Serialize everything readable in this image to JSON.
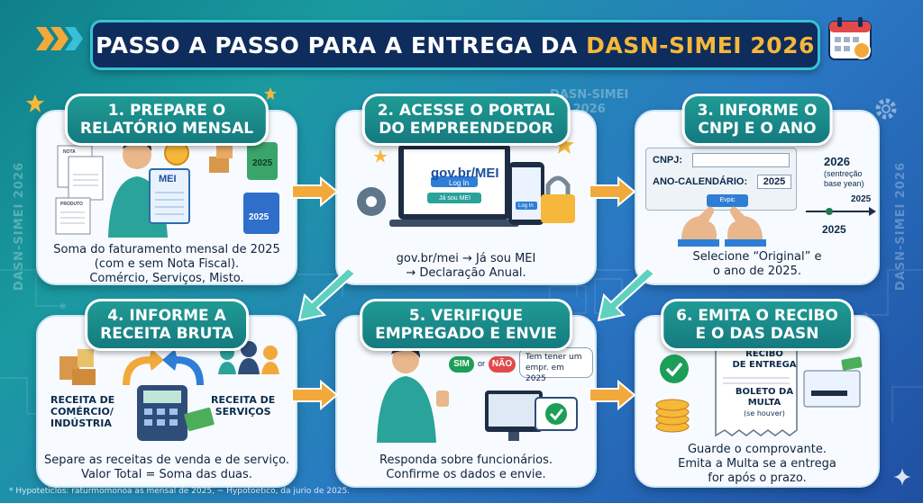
{
  "header": {
    "title_main": "PASSO A PASSO PARA A ENTREGA DA ",
    "title_accent": "DASN-SIMEI 2026"
  },
  "watermarks": {
    "top_line1": "DASN-SIMEI",
    "top_line2": "2026",
    "left_side": "DASN-SIMEI 2026",
    "right_side": "DASN-SIMEI 2026"
  },
  "steps": [
    {
      "title_lines": [
        "1. PREPARE O",
        "RELATÓRIO MENSAL"
      ],
      "caption_lines": [
        "Soma do faturamento mensal de 2025",
        "(com e sem Nota Fiscal).",
        "Comércio, Serviços, Misto."
      ],
      "labels": {
        "doc_a": "NOTA",
        "doc_b": "PRODUTO",
        "mei": "MEI",
        "year_a": "2025",
        "year_b": "2025"
      }
    },
    {
      "title_lines": [
        "2. ACESSE O PORTAL",
        "DO EMPREENDEDOR"
      ],
      "caption_lines": [
        "gov.br/mei → Já sou MEI",
        "→ Declaração Anual."
      ],
      "labels": {
        "site": "gov.br/MEI",
        "login": "Log In",
        "already": "Já sou MEI",
        "phone_login": "Log In"
      }
    },
    {
      "title_lines": [
        "3. INFORME O",
        "CNPJ E O ANO"
      ],
      "caption_lines": [
        "Selecione “Original” e",
        "o ano de 2025."
      ],
      "labels": {
        "cnpj": "CNPJ:",
        "ano": "ANO-CALENDÁRIO:",
        "ano_value": "2025",
        "button": "Evpic",
        "year_top": "2026",
        "year_note_1": "(sentreção",
        "year_note_2": "base yean)",
        "tick_right": "2025",
        "tick_bottom": "2025"
      }
    },
    {
      "title_lines": [
        "4. INFORME A",
        "RECEITA BRUTA"
      ],
      "caption_lines": [
        "Separe as receitas de venda e de serviço.",
        "Valor Total = Soma das duas."
      ],
      "labels": {
        "left_1": "RECEITA DE",
        "left_2": "COMÉRCIO/",
        "left_3": "INDÚSTRIA",
        "right_1": "RECEITA DE",
        "right_2": "SERVIÇOS"
      }
    },
    {
      "title_lines": [
        "5. VERIFIQUE",
        "EMPREGADO E ENVIE"
      ],
      "caption_lines": [
        "Responda sobre funcionários.",
        "Confirme os dados e envie."
      ],
      "labels": {
        "sim": "SIM",
        "or": "or",
        "nao": "NÃO",
        "bubble_1": "Tem tener um",
        "bubble_2": "empr. em 2025"
      }
    },
    {
      "title_lines": [
        "6. EMITA O RECIBO",
        "E O DAS DASN"
      ],
      "caption_lines": [
        "Guarde o comprovante.",
        "Emita a Multa se a entrega",
        "for após o prazo."
      ],
      "labels": {
        "recibo_1": "RECIBO",
        "recibo_2": "DE ENTREGA",
        "boleto_1": "BOLETO DA",
        "boleto_2": "MULTA",
        "boleto_3": "(se houver)"
      }
    }
  ],
  "footnote": "* Hypoteticlos: raturmomonoa as mensal de 2025, ~ Hypotoetico, da jurio de 2025.",
  "colors": {
    "title_bg": "#0e2c5c",
    "accent": "#f5b83a",
    "step_title": "#1a8c8a",
    "arrow_orange": "#f2a93b",
    "arrow_teal": "#5fd1c0"
  }
}
